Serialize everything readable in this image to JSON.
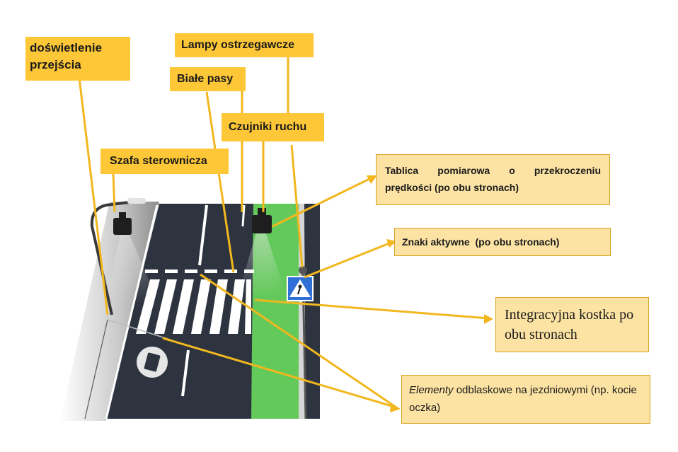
{
  "labels": {
    "doswietlenie": "doświetlenie\nprzejścia",
    "lampy": "Lampy ostrzegawcze",
    "biale_pasy": "Białe pasy",
    "czujniki": "Czujniki ruchu",
    "szafa": "Szafa sterownicza",
    "tablica": "Tablica pomiarowa o przekroczeniu prędkości (po obu stronach)",
    "znaki": "Znaki aktywne  (po obu stronach)",
    "kostka": "Integracyjna kostka po obu stronach",
    "elementy_italic": "Elementy",
    "elementy_rest": " odblaskowe na jezdniowymi (np. kocie oczka)"
  },
  "colors": {
    "label_fill": "#fdc737",
    "label_light_fill": "#fce3a3",
    "leader_line": "#f2b71e",
    "asphalt": "#2d3440",
    "green_lane": "#63c95a",
    "sidewalk": "#9a9a9a"
  }
}
